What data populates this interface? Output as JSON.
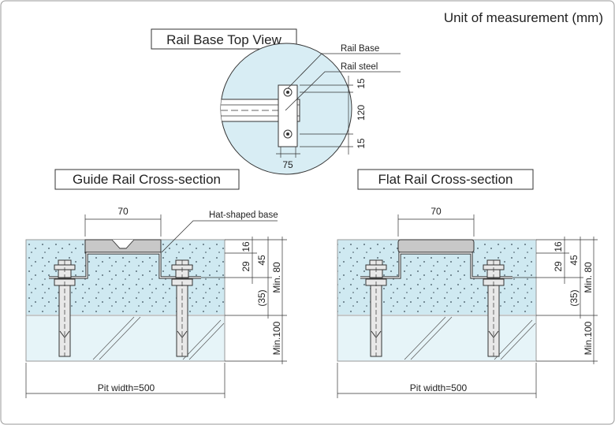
{
  "unit_note": "Unit of measurement (mm)",
  "top_view": {
    "title": "Rail Base Top View",
    "label_rail_base": "Rail Base",
    "label_rail_steel": "Rail steel",
    "dim_top": "15",
    "dim_middle": "120",
    "dim_bottom": "15",
    "dim_width": "75"
  },
  "guide_section": {
    "title": "Guide Rail Cross-section",
    "dim_top_width": "70",
    "label_base": "Hat-shaped base",
    "dim_16": "16",
    "dim_29": "29",
    "dim_45": "45",
    "dim_35": "(35)",
    "dim_min80": "Min. 80",
    "dim_min100": "Min.100",
    "pit_width": "Pit width=500"
  },
  "flat_section": {
    "title": "Flat Rail Cross-section",
    "dim_top_width": "70",
    "dim_16": "16",
    "dim_29": "29",
    "dim_45": "45",
    "dim_35": "(35)",
    "dim_min80": "Min. 80",
    "dim_min100": "Min.100",
    "pit_width": "Pit width=500"
  },
  "colors": {
    "concrete": "#cfe9f1",
    "concrete_dots": "#5b6f7a",
    "lower_fill": "#e6f4f8",
    "border": "#9a9a9a",
    "rail": "#c8c8c8",
    "bolt": "#e8e8e8",
    "line": "#333333",
    "circle_fill": "#d8edf4"
  }
}
